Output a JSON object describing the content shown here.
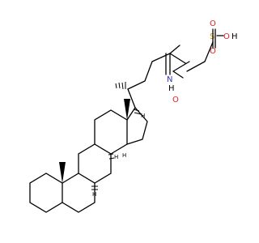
{
  "molecule": {
    "atoms": {
      "n": "N",
      "n_h": "H",
      "o_amide": "O",
      "s": "S",
      "o_s_top": "O",
      "o_s_right": "O",
      "o_s_bottom": "O",
      "oh_h": "H",
      "h_c8": "H",
      "h_c9": "H",
      "h_c14": "H",
      "h_c17": "H"
    },
    "colors": {
      "bond": "#000000",
      "nitrogen": "#3333cc",
      "oxygen": "#e02020",
      "sulfur": "#c8a000",
      "hydrogen": "#000000"
    }
  }
}
